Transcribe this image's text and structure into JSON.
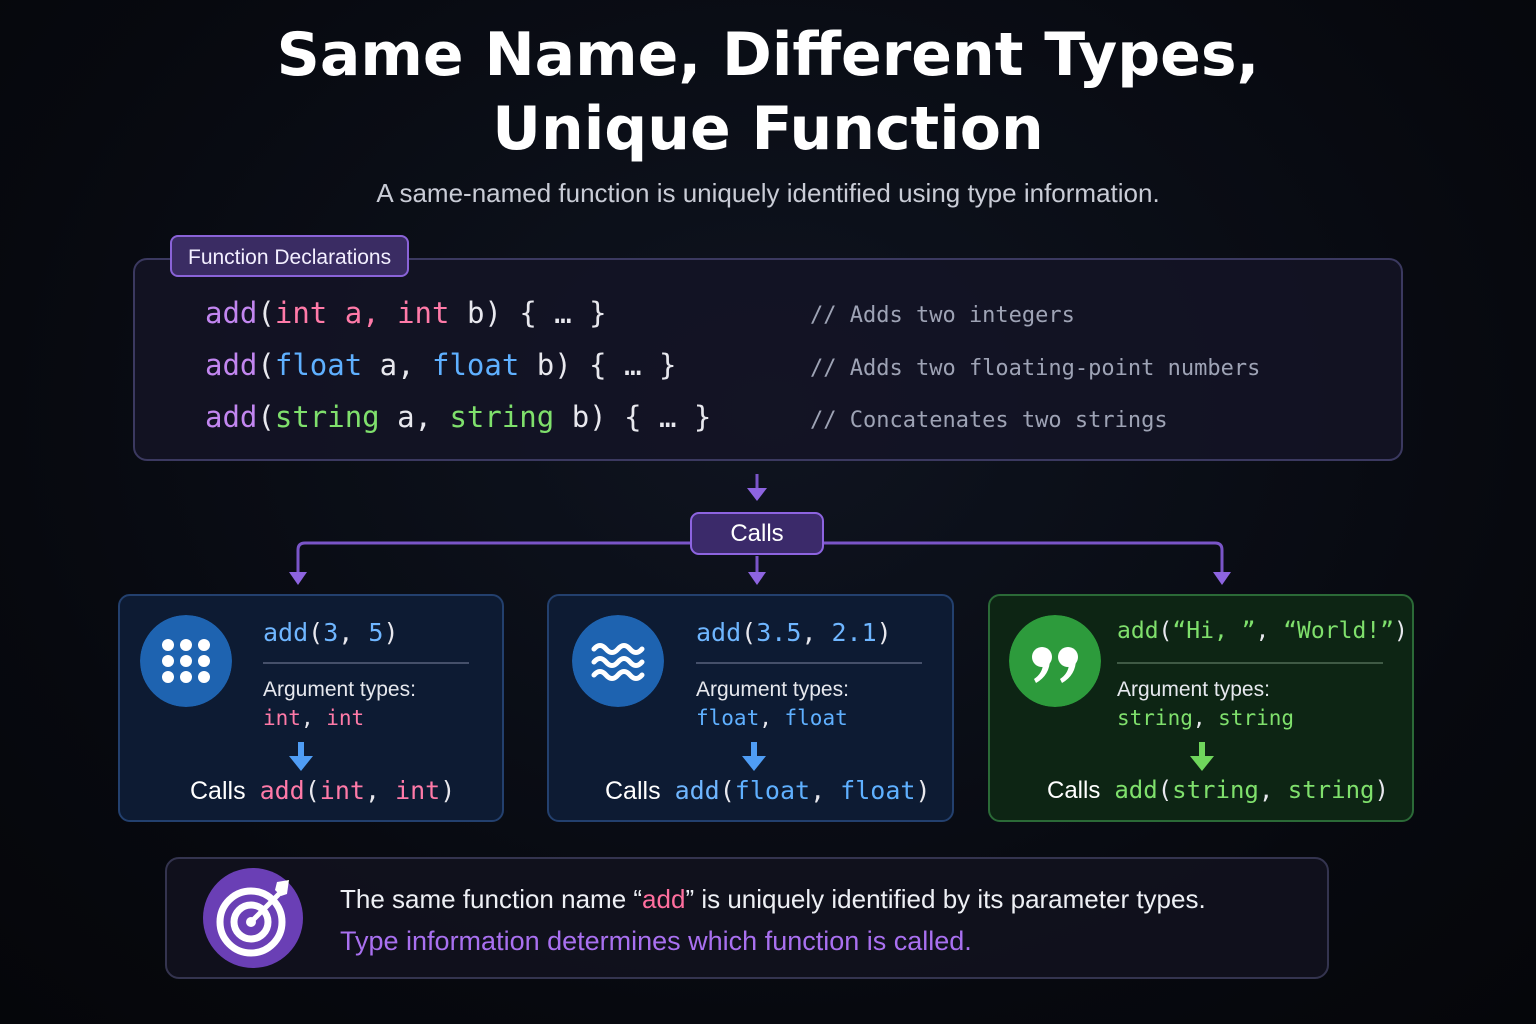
{
  "title_line1": "Same Name, Different Types,",
  "title_line2": "Unique Function",
  "subtitle": "A same-named function is uniquely identified using type information.",
  "declarations": {
    "tag": "Function Declarations",
    "lines": [
      {
        "fn": "add",
        "open": "(",
        "type1": "int",
        "arg1": " a, ",
        "type2": "int",
        "arg2": " b) { … }",
        "comment": "// Adds two integers",
        "type_color": "#ff7aa8"
      },
      {
        "fn": "add",
        "open": "(",
        "type1": "float",
        "arg1": " a, ",
        "type2": "float",
        "arg2": " b) { … }",
        "comment": "// Adds two floating-point numbers",
        "type_color": "#5fb0ff"
      },
      {
        "fn": "add",
        "open": "(",
        "type1": "string",
        "arg1": " a, ",
        "type2": "string",
        "arg2": " b) { … }",
        "comment": "// Concatenates two strings",
        "type_color": "#7fe06c"
      }
    ]
  },
  "calls_label": "Calls",
  "cards": [
    {
      "icon": "grid-dots-icon",
      "call_fn": "add",
      "call_args": [
        "(",
        "3",
        ", ",
        "5",
        ")"
      ],
      "arg_title": "Argument types:",
      "arg_types": [
        "int",
        ", ",
        "int"
      ],
      "result_word": "Calls",
      "result": [
        "add",
        "(",
        "int",
        ", ",
        "int",
        ")"
      ],
      "accent": "#ff7aa8"
    },
    {
      "icon": "waves-icon",
      "call_fn": "add",
      "call_args": [
        "(",
        "3.5",
        ", ",
        "2.1",
        ")"
      ],
      "arg_title": "Argument types:",
      "arg_types": [
        "float",
        ", ",
        "float"
      ],
      "result_word": "Calls",
      "result": [
        "add",
        "(",
        "float",
        ", ",
        "float",
        ")"
      ],
      "accent": "#5fb0ff"
    },
    {
      "icon": "quote-icon",
      "call_fn": "add",
      "call_args": [
        "(",
        "“Hi, ”",
        ", ",
        "“World!”",
        ")"
      ],
      "arg_title": "Argument types:",
      "arg_types": [
        "string",
        ", ",
        "string"
      ],
      "result_word": "Calls",
      "result": [
        "add",
        "(",
        "string",
        ", ",
        "string",
        ")"
      ],
      "accent": "#7fe06c"
    }
  ],
  "summary": {
    "icon": "target-icon",
    "line1_pre": "The same function name “",
    "line1_hl": "add",
    "line1_post": "” is uniquely identified by its parameter types.",
    "line2": "Type information determines which function is called."
  },
  "colors": {
    "background": "#07090f",
    "purple_accent": "#8d64e0",
    "int": "#ff7aa8",
    "float": "#5fb0ff",
    "string": "#7fe06c"
  }
}
